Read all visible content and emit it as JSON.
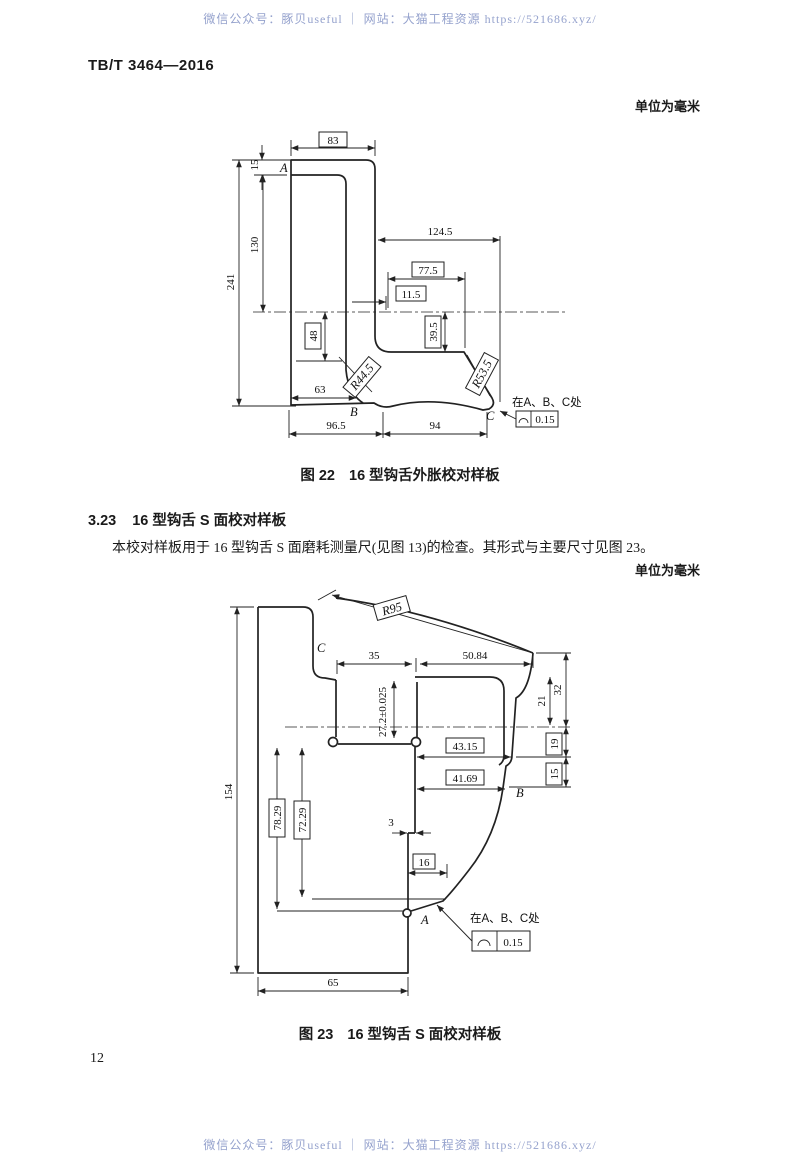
{
  "watermark": {
    "text": "微信公众号：豚贝useful ｜ 网站：大猫工程资源 https://521686.xyz/",
    "color": "#95a2cd"
  },
  "header": {
    "doc_number": "TB/T 3464—2016"
  },
  "units_note": "单位为毫米",
  "section": {
    "number": "3.23",
    "title": "16 型钩舌 S 面校对样板",
    "body": "本校对样板用于 16 型钩舌 S 面磨耗测量尺(见图 13)的检查。其形式与主要尺寸见图 23。"
  },
  "fig22": {
    "fig_label": "图 22",
    "title": "16 型钩舌外胀校对样板",
    "dims": {
      "top_width": "83",
      "step": "15",
      "arm": "130",
      "height": "241",
      "right_offset": "124.5",
      "shelf": "77.5",
      "lip": "11.5",
      "left_depth": "48",
      "right_depth": "39.5",
      "fillet_b": "R44.5",
      "fillet_c": "R53.5",
      "base_left": "63",
      "base_mid": "96.5",
      "base_right": "94"
    },
    "points": {
      "a": "A",
      "b": "B",
      "c": "C"
    },
    "tolerance": {
      "note": "在A、B、C处",
      "value": "0.15"
    }
  },
  "fig23": {
    "fig_label": "图 23",
    "title": "16 型钩舌 S 面校对样板",
    "dims": {
      "radius": "R95",
      "seg35": "35",
      "seg5084": "50.84",
      "v32": "32",
      "v21": "21",
      "slot": "27.2±0.025",
      "w4315": "43.15",
      "v19": "19",
      "w4169": "41.69",
      "v15": "15",
      "v7829": "78.29",
      "v7229": "72.29",
      "gap3": "3",
      "w16": "16",
      "height": "154",
      "base": "65"
    },
    "points": {
      "a": "A",
      "b": "B",
      "c": "C"
    },
    "tolerance": {
      "note": "在A、B、C处",
      "value": "0.15"
    }
  },
  "footer": {
    "page_number": "12"
  }
}
